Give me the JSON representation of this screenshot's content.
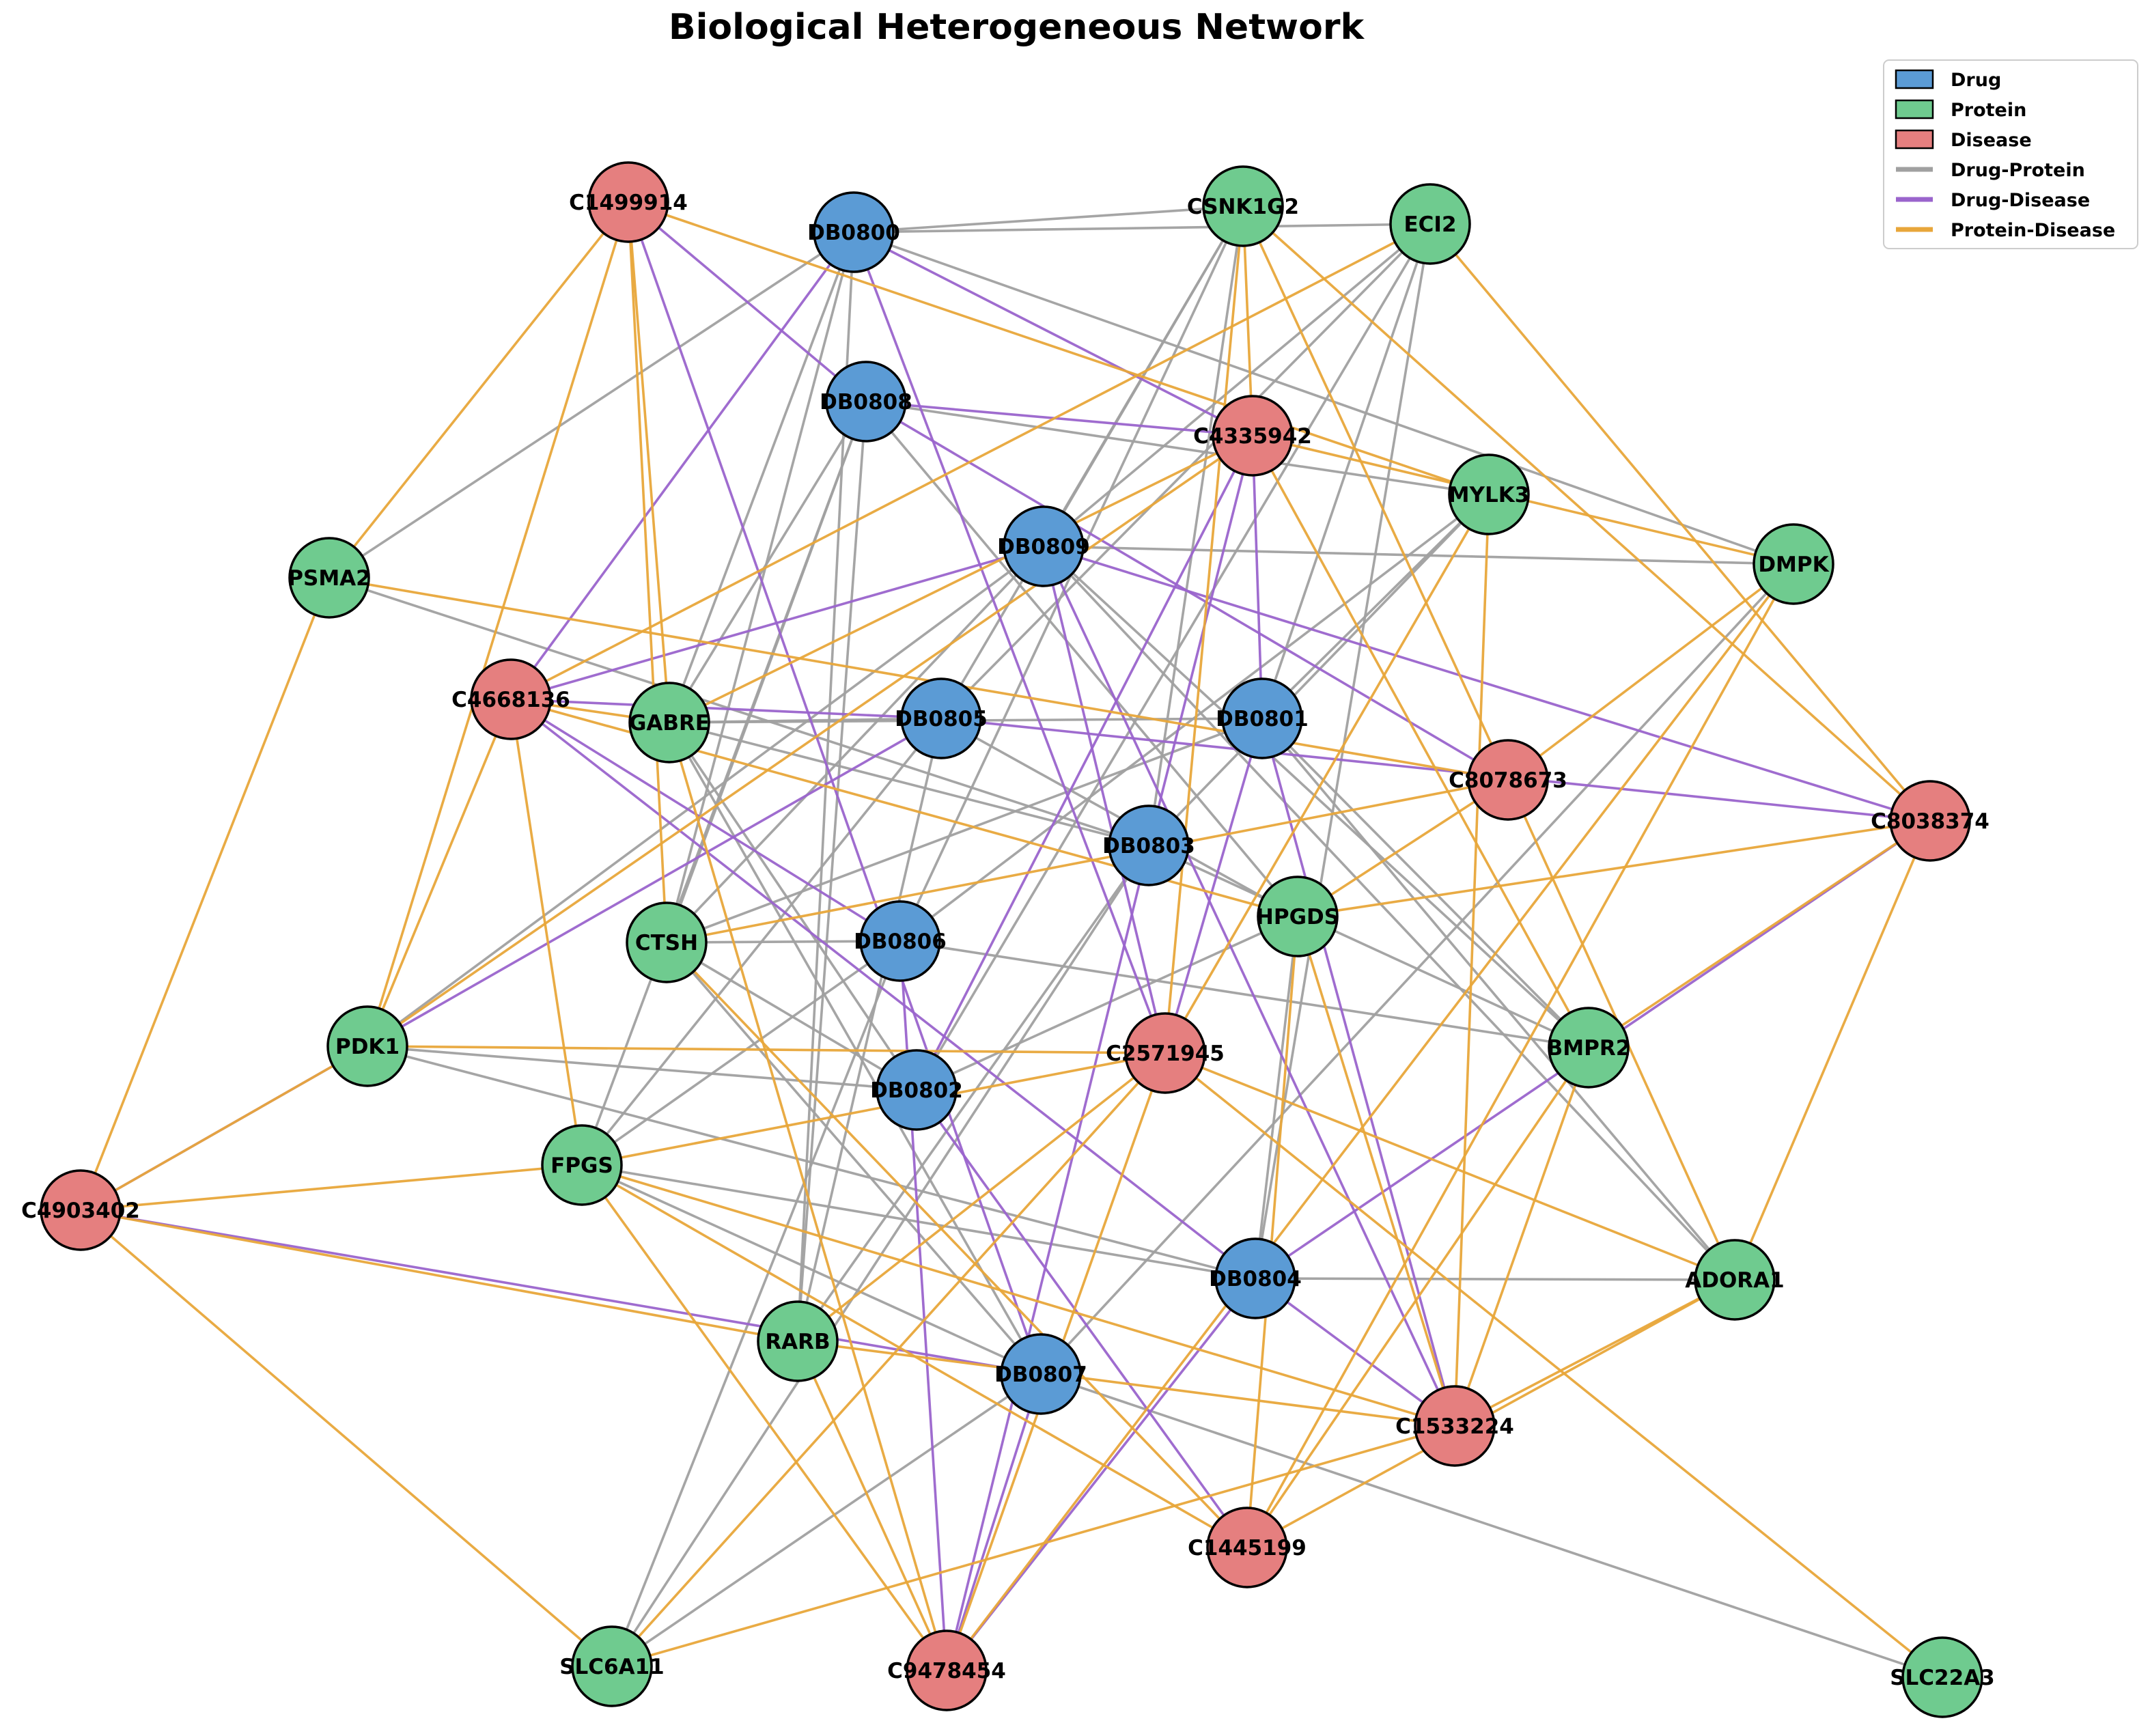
{
  "title": "Biological Heterogeneous Network",
  "colors": {
    "Drug": "#5b9bd5",
    "Protein": "#6fcb8f",
    "Disease": "#e57f7f",
    "drug_protein": "#a0a0a0",
    "drug_disease": "#9a64cc",
    "protein_disease": "#e8a63a"
  },
  "legend": {
    "items": [
      {
        "key": "drug",
        "label": "Drug",
        "kind": "patch",
        "color": "#5b9bd5"
      },
      {
        "key": "protein",
        "label": "Protein",
        "kind": "patch",
        "color": "#6fcb8f"
      },
      {
        "key": "disease",
        "label": "Disease",
        "kind": "patch",
        "color": "#e57f7f"
      },
      {
        "key": "drug-protein",
        "label": "Drug-Protein",
        "kind": "line",
        "color": "#a0a0a0"
      },
      {
        "key": "drug-disease",
        "label": "Drug-Disease",
        "kind": "line",
        "color": "#9a64cc"
      },
      {
        "key": "protein-disease",
        "label": "Protein-Disease",
        "kind": "line",
        "color": "#e8a63a"
      }
    ]
  },
  "nodes": [
    {
      "id": "DB0800",
      "type": "Drug"
    },
    {
      "id": "DB0808",
      "type": "Drug"
    },
    {
      "id": "DB0809",
      "type": "Drug"
    },
    {
      "id": "DB0805",
      "type": "Drug"
    },
    {
      "id": "DB0801",
      "type": "Drug"
    },
    {
      "id": "DB0803",
      "type": "Drug"
    },
    {
      "id": "DB0806",
      "type": "Drug"
    },
    {
      "id": "DB0802",
      "type": "Drug"
    },
    {
      "id": "DB0804",
      "type": "Drug"
    },
    {
      "id": "DB0807",
      "type": "Drug"
    },
    {
      "id": "CSNK1G2",
      "type": "Protein"
    },
    {
      "id": "ECI2",
      "type": "Protein"
    },
    {
      "id": "MYLK3",
      "type": "Protein"
    },
    {
      "id": "DMPK",
      "type": "Protein"
    },
    {
      "id": "PSMA2",
      "type": "Protein"
    },
    {
      "id": "GABRE",
      "type": "Protein"
    },
    {
      "id": "HPGDS",
      "type": "Protein"
    },
    {
      "id": "CTSH",
      "type": "Protein"
    },
    {
      "id": "PDK1",
      "type": "Protein"
    },
    {
      "id": "BMPR2",
      "type": "Protein"
    },
    {
      "id": "FPGS",
      "type": "Protein"
    },
    {
      "id": "ADORA1",
      "type": "Protein"
    },
    {
      "id": "RARB",
      "type": "Protein"
    },
    {
      "id": "SLC6A11",
      "type": "Protein"
    },
    {
      "id": "SLC22A3",
      "type": "Protein"
    },
    {
      "id": "C1499914",
      "type": "Disease"
    },
    {
      "id": "C4335942",
      "type": "Disease"
    },
    {
      "id": "C4668136",
      "type": "Disease"
    },
    {
      "id": "C8078673",
      "type": "Disease"
    },
    {
      "id": "C8038374",
      "type": "Disease"
    },
    {
      "id": "C2571945",
      "type": "Disease"
    },
    {
      "id": "C4903402",
      "type": "Disease"
    },
    {
      "id": "C1533224",
      "type": "Disease"
    },
    {
      "id": "C1445199",
      "type": "Disease"
    },
    {
      "id": "C9478454",
      "type": "Disease"
    }
  ],
  "edges": [
    [
      "DB0800",
      "CSNK1G2"
    ],
    [
      "DB0800",
      "ECI2"
    ],
    [
      "DB0800",
      "PSMA2"
    ],
    [
      "DB0800",
      "GABRE"
    ],
    [
      "DB0800",
      "CTSH"
    ],
    [
      "DB0800",
      "DMPK"
    ],
    [
      "DB0800",
      "RARB"
    ],
    [
      "DB0808",
      "MYLK3"
    ],
    [
      "DB0808",
      "GABRE"
    ],
    [
      "DB0808",
      "CTSH"
    ],
    [
      "DB0808",
      "HPGDS"
    ],
    [
      "DB0808",
      "RARB"
    ],
    [
      "DB0808",
      "FPGS"
    ],
    [
      "DB0809",
      "CSNK1G2"
    ],
    [
      "DB0809",
      "ECI2"
    ],
    [
      "DB0809",
      "DMPK"
    ],
    [
      "DB0809",
      "BMPR2"
    ],
    [
      "DB0809",
      "PDK1"
    ],
    [
      "DB0809",
      "CTSH"
    ],
    [
      "DB0809",
      "ADORA1"
    ],
    [
      "DB0805",
      "CSNK1G2"
    ],
    [
      "DB0805",
      "GABRE"
    ],
    [
      "DB0805",
      "HPGDS"
    ],
    [
      "DB0805",
      "FPGS"
    ],
    [
      "DB0805",
      "RARB"
    ],
    [
      "DB0805",
      "ECI2"
    ],
    [
      "DB0801",
      "ECI2"
    ],
    [
      "DB0801",
      "MYLK3"
    ],
    [
      "DB0801",
      "BMPR2"
    ],
    [
      "DB0801",
      "CTSH"
    ],
    [
      "DB0801",
      "ADORA1"
    ],
    [
      "DB0801",
      "GABRE"
    ],
    [
      "DB0803",
      "CSNK1G2"
    ],
    [
      "DB0803",
      "PSMA2"
    ],
    [
      "DB0803",
      "GABRE"
    ],
    [
      "DB0803",
      "BMPR2"
    ],
    [
      "DB0803",
      "SLC6A11"
    ],
    [
      "DB0803",
      "MYLK3"
    ],
    [
      "DB0803",
      "RARB"
    ],
    [
      "DB0806",
      "CSNK1G2"
    ],
    [
      "DB0806",
      "BMPR2"
    ],
    [
      "DB0806",
      "FPGS"
    ],
    [
      "DB0806",
      "SLC6A11"
    ],
    [
      "DB0806",
      "MYLK3"
    ],
    [
      "DB0806",
      "CTSH"
    ],
    [
      "DB0802",
      "PDK1"
    ],
    [
      "DB0802",
      "CTSH"
    ],
    [
      "DB0802",
      "GABRE"
    ],
    [
      "DB0802",
      "ECI2"
    ],
    [
      "DB0802",
      "HPGDS"
    ],
    [
      "DB0804",
      "FPGS"
    ],
    [
      "DB0804",
      "ADORA1"
    ],
    [
      "DB0804",
      "HPGDS"
    ],
    [
      "DB0804",
      "ECI2"
    ],
    [
      "DB0804",
      "PDK1"
    ],
    [
      "DB0807",
      "GABRE"
    ],
    [
      "DB0807",
      "SLC22A3"
    ],
    [
      "DB0807",
      "CTSH"
    ],
    [
      "DB0807",
      "SLC6A11"
    ],
    [
      "DB0807",
      "FPGS"
    ],
    [
      "DB0807",
      "DMPK"
    ],
    [
      "DB0800",
      "C4335942"
    ],
    [
      "DB0800",
      "C4668136"
    ],
    [
      "DB0808",
      "C4335942"
    ],
    [
      "DB0808",
      "C1499914"
    ],
    [
      "DB0808",
      "C8078673"
    ],
    [
      "DB0809",
      "C4668136"
    ],
    [
      "DB0809",
      "C8038374"
    ],
    [
      "DB0805",
      "C4668136"
    ],
    [
      "DB0805",
      "C4903402"
    ],
    [
      "DB0805",
      "C8038374"
    ],
    [
      "DB0801",
      "C4335942"
    ],
    [
      "DB0801",
      "C1533224"
    ],
    [
      "DB0803",
      "C4335942"
    ],
    [
      "DB0803",
      "C9478454"
    ],
    [
      "DB0806",
      "C4668136"
    ],
    [
      "DB0806",
      "C9478454"
    ],
    [
      "DB0802",
      "C4335942"
    ],
    [
      "DB0802",
      "C1445199"
    ],
    [
      "DB0804",
      "C8038374"
    ],
    [
      "DB0804",
      "C1533224"
    ],
    [
      "DB0804",
      "C4668136"
    ],
    [
      "DB0807",
      "C9478454"
    ],
    [
      "DB0807",
      "C4903402"
    ],
    [
      "DB0807",
      "C1499914"
    ],
    [
      "DB0804",
      "C9478454"
    ],
    [
      "DB0809",
      "C2571945"
    ],
    [
      "DB0809",
      "C1533224"
    ],
    [
      "DB0801",
      "C2571945"
    ],
    [
      "DB0800",
      "C2571945"
    ],
    [
      "C1499914",
      "PSMA2"
    ],
    [
      "C1499914",
      "GABRE"
    ],
    [
      "C1499914",
      "PDK1"
    ],
    [
      "C1499914",
      "MYLK3"
    ],
    [
      "C1499914",
      "CTSH"
    ],
    [
      "C4335942",
      "CSNK1G2"
    ],
    [
      "C4335942",
      "GABRE"
    ],
    [
      "C4335942",
      "DMPK"
    ],
    [
      "C4335942",
      "PDK1"
    ],
    [
      "C4335942",
      "BMPR2"
    ],
    [
      "C4668136",
      "GABRE"
    ],
    [
      "C4668136",
      "FPGS"
    ],
    [
      "C4668136",
      "ECI2"
    ],
    [
      "C4668136",
      "PDK1"
    ],
    [
      "C4668136",
      "HPGDS"
    ],
    [
      "C8078673",
      "CSNK1G2"
    ],
    [
      "C8078673",
      "ADORA1"
    ],
    [
      "C8078673",
      "CTSH"
    ],
    [
      "C8078673",
      "DMPK"
    ],
    [
      "C8078673",
      "HPGDS"
    ],
    [
      "C8078673",
      "PSMA2"
    ],
    [
      "C8038374",
      "CSNK1G2"
    ],
    [
      "C8038374",
      "ECI2"
    ],
    [
      "C8038374",
      "HPGDS"
    ],
    [
      "C8038374",
      "BMPR2"
    ],
    [
      "C8038374",
      "ADORA1"
    ],
    [
      "C2571945",
      "PDK1"
    ],
    [
      "C2571945",
      "FPGS"
    ],
    [
      "C2571945",
      "ADORA1"
    ],
    [
      "C2571945",
      "RARB"
    ],
    [
      "C2571945",
      "SLC6A11"
    ],
    [
      "C2571945",
      "CSNK1G2"
    ],
    [
      "C2571945",
      "SLC22A3"
    ],
    [
      "C2571945",
      "MYLK3"
    ],
    [
      "C4903402",
      "PSMA2"
    ],
    [
      "C4903402",
      "PDK1"
    ],
    [
      "C4903402",
      "FPGS"
    ],
    [
      "C4903402",
      "SLC6A11"
    ],
    [
      "C4903402",
      "RARB"
    ],
    [
      "C1533224",
      "MYLK3"
    ],
    [
      "C1533224",
      "BMPR2"
    ],
    [
      "C1533224",
      "ADORA1"
    ],
    [
      "C1533224",
      "RARB"
    ],
    [
      "C1533224",
      "SLC6A11"
    ],
    [
      "C1533224",
      "HPGDS"
    ],
    [
      "C1533224",
      "FPGS"
    ],
    [
      "C1445199",
      "BMPR2"
    ],
    [
      "C1445199",
      "ADORA1"
    ],
    [
      "C1445199",
      "DMPK"
    ],
    [
      "C1445199",
      "FPGS"
    ],
    [
      "C1445199",
      "CTSH"
    ],
    [
      "C1445199",
      "HPGDS"
    ],
    [
      "C9478454",
      "FPGS"
    ],
    [
      "C9478454",
      "RARB"
    ],
    [
      "C9478454",
      "GABRE"
    ],
    [
      "C9478454",
      "C2571945"
    ],
    [
      "C9478454",
      "DMPK"
    ]
  ]
}
